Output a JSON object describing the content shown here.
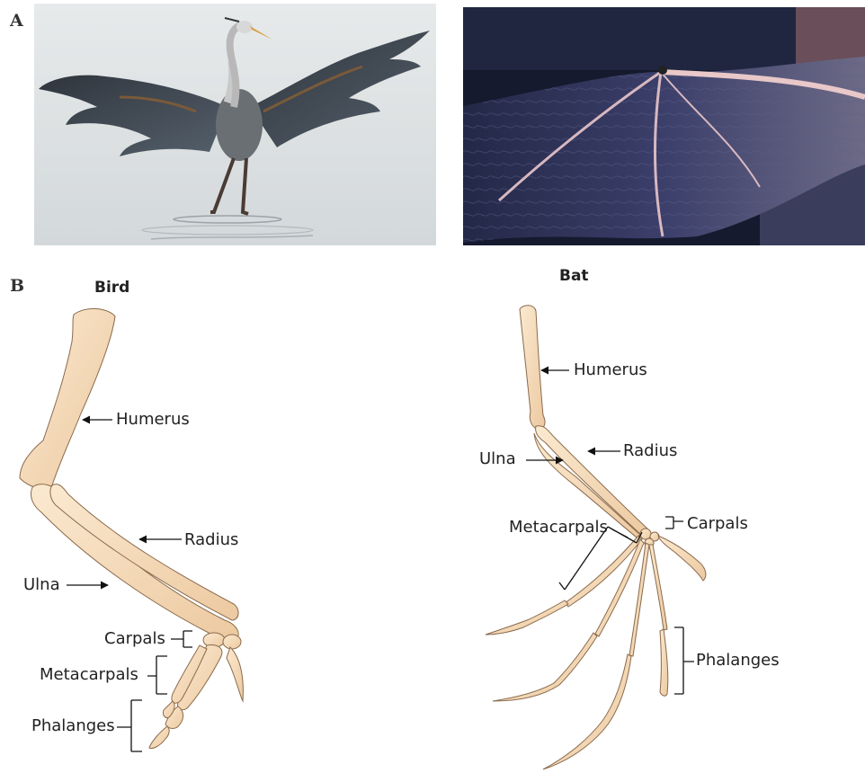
{
  "panels": {
    "a": "A",
    "b": "B"
  },
  "bird": {
    "title": "Bird",
    "labels": {
      "humerus": "Humerus",
      "radius": "Radius",
      "ulna": "Ulna",
      "carpals": "Carpals",
      "metacarpals": "Metacarpals",
      "phalanges": "Phalanges"
    }
  },
  "bat": {
    "title": "Bat",
    "labels": {
      "humerus": "Humerus",
      "radius": "Radius",
      "ulna": "Ulna",
      "carpals": "Carpals",
      "metacarpals": "Metacarpals",
      "phalanges": "Phalanges"
    }
  },
  "photos": {
    "left": "heron-photo",
    "right": "bat-wing-photo"
  },
  "colors": {
    "bone_fill": "#f3d9b6",
    "bone_stroke": "#8a6a4c",
    "heron_wing": "#3a4048",
    "bat_membrane": "#2b2f52",
    "water": "#dfe2e3"
  }
}
